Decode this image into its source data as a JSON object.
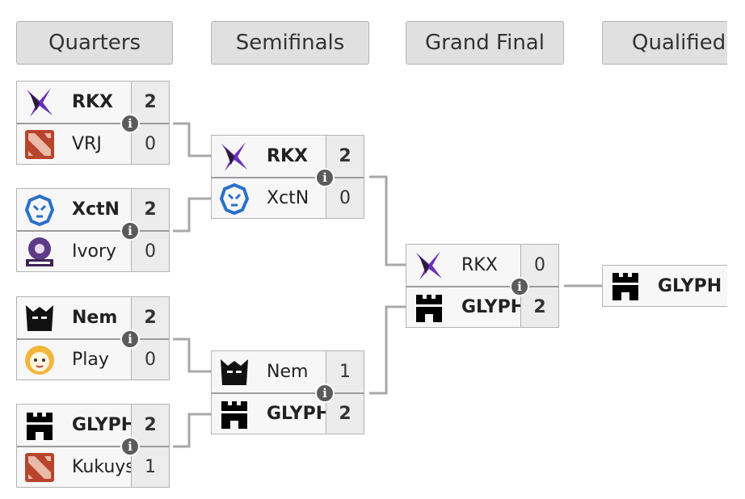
{
  "headers": {
    "quarters": "Quarters",
    "semifinals": "Semifinals",
    "grand_final": "Grand Final",
    "qualified": "Qualified"
  },
  "info_glyph": "i",
  "quarters": [
    {
      "top": {
        "name": "RKX",
        "score": "2",
        "logo": "rkx-logo",
        "winner": true
      },
      "bottom": {
        "name": "VRJ",
        "score": "0",
        "logo": "dota-logo",
        "winner": false
      }
    },
    {
      "top": {
        "name": "XctN",
        "score": "2",
        "logo": "xctn-logo",
        "winner": true
      },
      "bottom": {
        "name": "Ivory",
        "score": "0",
        "logo": "ivory-logo",
        "winner": false
      }
    },
    {
      "top": {
        "name": "Nem",
        "score": "2",
        "logo": "nem-logo",
        "winner": true
      },
      "bottom": {
        "name": "Play",
        "score": "0",
        "logo": "play-logo",
        "winner": false
      }
    },
    {
      "top": {
        "name": "GLYPH",
        "score": "2",
        "logo": "glyph-logo",
        "winner": true
      },
      "bottom": {
        "name": "Kukuys",
        "score": "1",
        "logo": "dota-logo",
        "winner": false
      }
    }
  ],
  "semifinals": [
    {
      "top": {
        "name": "RKX",
        "score": "2",
        "logo": "rkx-logo",
        "winner": true
      },
      "bottom": {
        "name": "XctN",
        "score": "0",
        "logo": "xctn-logo",
        "winner": false
      }
    },
    {
      "top": {
        "name": "Nem",
        "score": "1",
        "logo": "nem-logo",
        "winner": false
      },
      "bottom": {
        "name": "GLYPH",
        "score": "2",
        "logo": "glyph-logo",
        "winner": true
      }
    }
  ],
  "grand_final": {
    "top": {
      "name": "RKX",
      "score": "0",
      "logo": "rkx-logo",
      "winner": false
    },
    "bottom": {
      "name": "GLYPH",
      "score": "2",
      "logo": "glyph-logo",
      "winner": true
    }
  },
  "qualified": {
    "name": "GLYPH",
    "logo": "glyph-logo"
  }
}
